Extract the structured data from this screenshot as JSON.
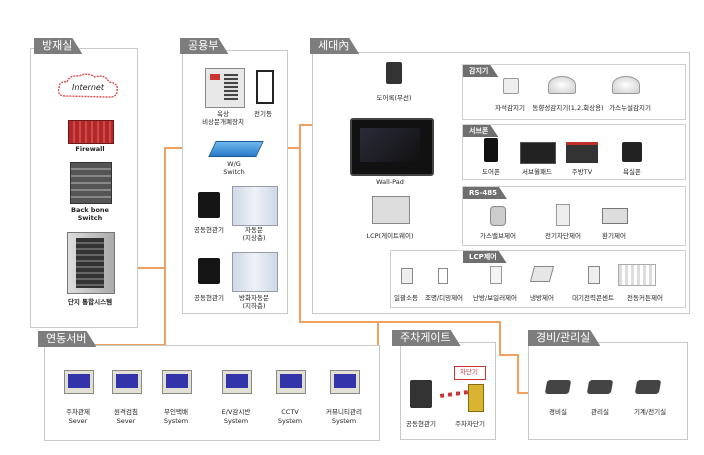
{
  "sections": {
    "bangjae": "방재실",
    "gongyong": "공용부",
    "sedae": "세대內",
    "yeondong": "연동서버",
    "parking": "주차게이트",
    "security": "경비/관리실"
  },
  "bangjae": {
    "internet": "Internet",
    "firewall": "Firewall",
    "backbone_1": "Back bone",
    "backbone_2": "Switch",
    "integrated": "단지 통합시스템"
  },
  "gongyong": {
    "emergency_1": "옥상",
    "emergency_2": "비상문개폐장치",
    "elevator": "전기등",
    "switch_1": "W/G",
    "switch_2": "Switch",
    "lobby_a": "공동현관기",
    "door_a_1": "자동문",
    "door_a_2": "(지상층)",
    "lobby_b": "공동현관기",
    "door_b_1": "방화자동문",
    "door_b_2": "(지하층)"
  },
  "sedae": {
    "doorlock": "도어록(무선)",
    "wallpad": "Wall-Pad",
    "lcp": "LCP(게이트웨이)",
    "sensor_header": "감지기",
    "sensors": [
      "자석감지기",
      "동향성감지기(1,2,회상용)",
      "가스누설감지기"
    ],
    "phone_header": "서브폰",
    "phones": [
      "도어폰",
      "서브월패드",
      "주방TV",
      "욕실폰"
    ],
    "rs_header": "RS-485",
    "rs": [
      "가스밸브제어",
      "전기차단제어",
      "환기제어"
    ],
    "lcp_header": "LCP제어",
    "lcpc": [
      "일괄소등",
      "조명/디밍제어",
      "난방/보일러제어",
      "냉방제어",
      "대기전력콘센트",
      "전동커튼제어"
    ]
  },
  "servers": [
    {
      "l1": "주차관제",
      "l2": "Sever"
    },
    {
      "l1": "원격검침",
      "l2": "Sever"
    },
    {
      "l1": "무인택배",
      "l2": "System"
    },
    {
      "l1": "E/V감시반",
      "l2": "System"
    },
    {
      "l1": "CCTV",
      "l2": "System"
    },
    {
      "l1": "커뮤니티관리",
      "l2": "System"
    }
  ],
  "parking": {
    "gate_sign": "차단기",
    "lobby": "공동현관기",
    "barrier": "주차차단기"
  },
  "security": [
    "경비실",
    "관리실",
    "기계/전기실"
  ],
  "colors": {
    "wire": "#f0a060",
    "tab": "#7d7d7d",
    "screen": "#1a1a1a"
  }
}
